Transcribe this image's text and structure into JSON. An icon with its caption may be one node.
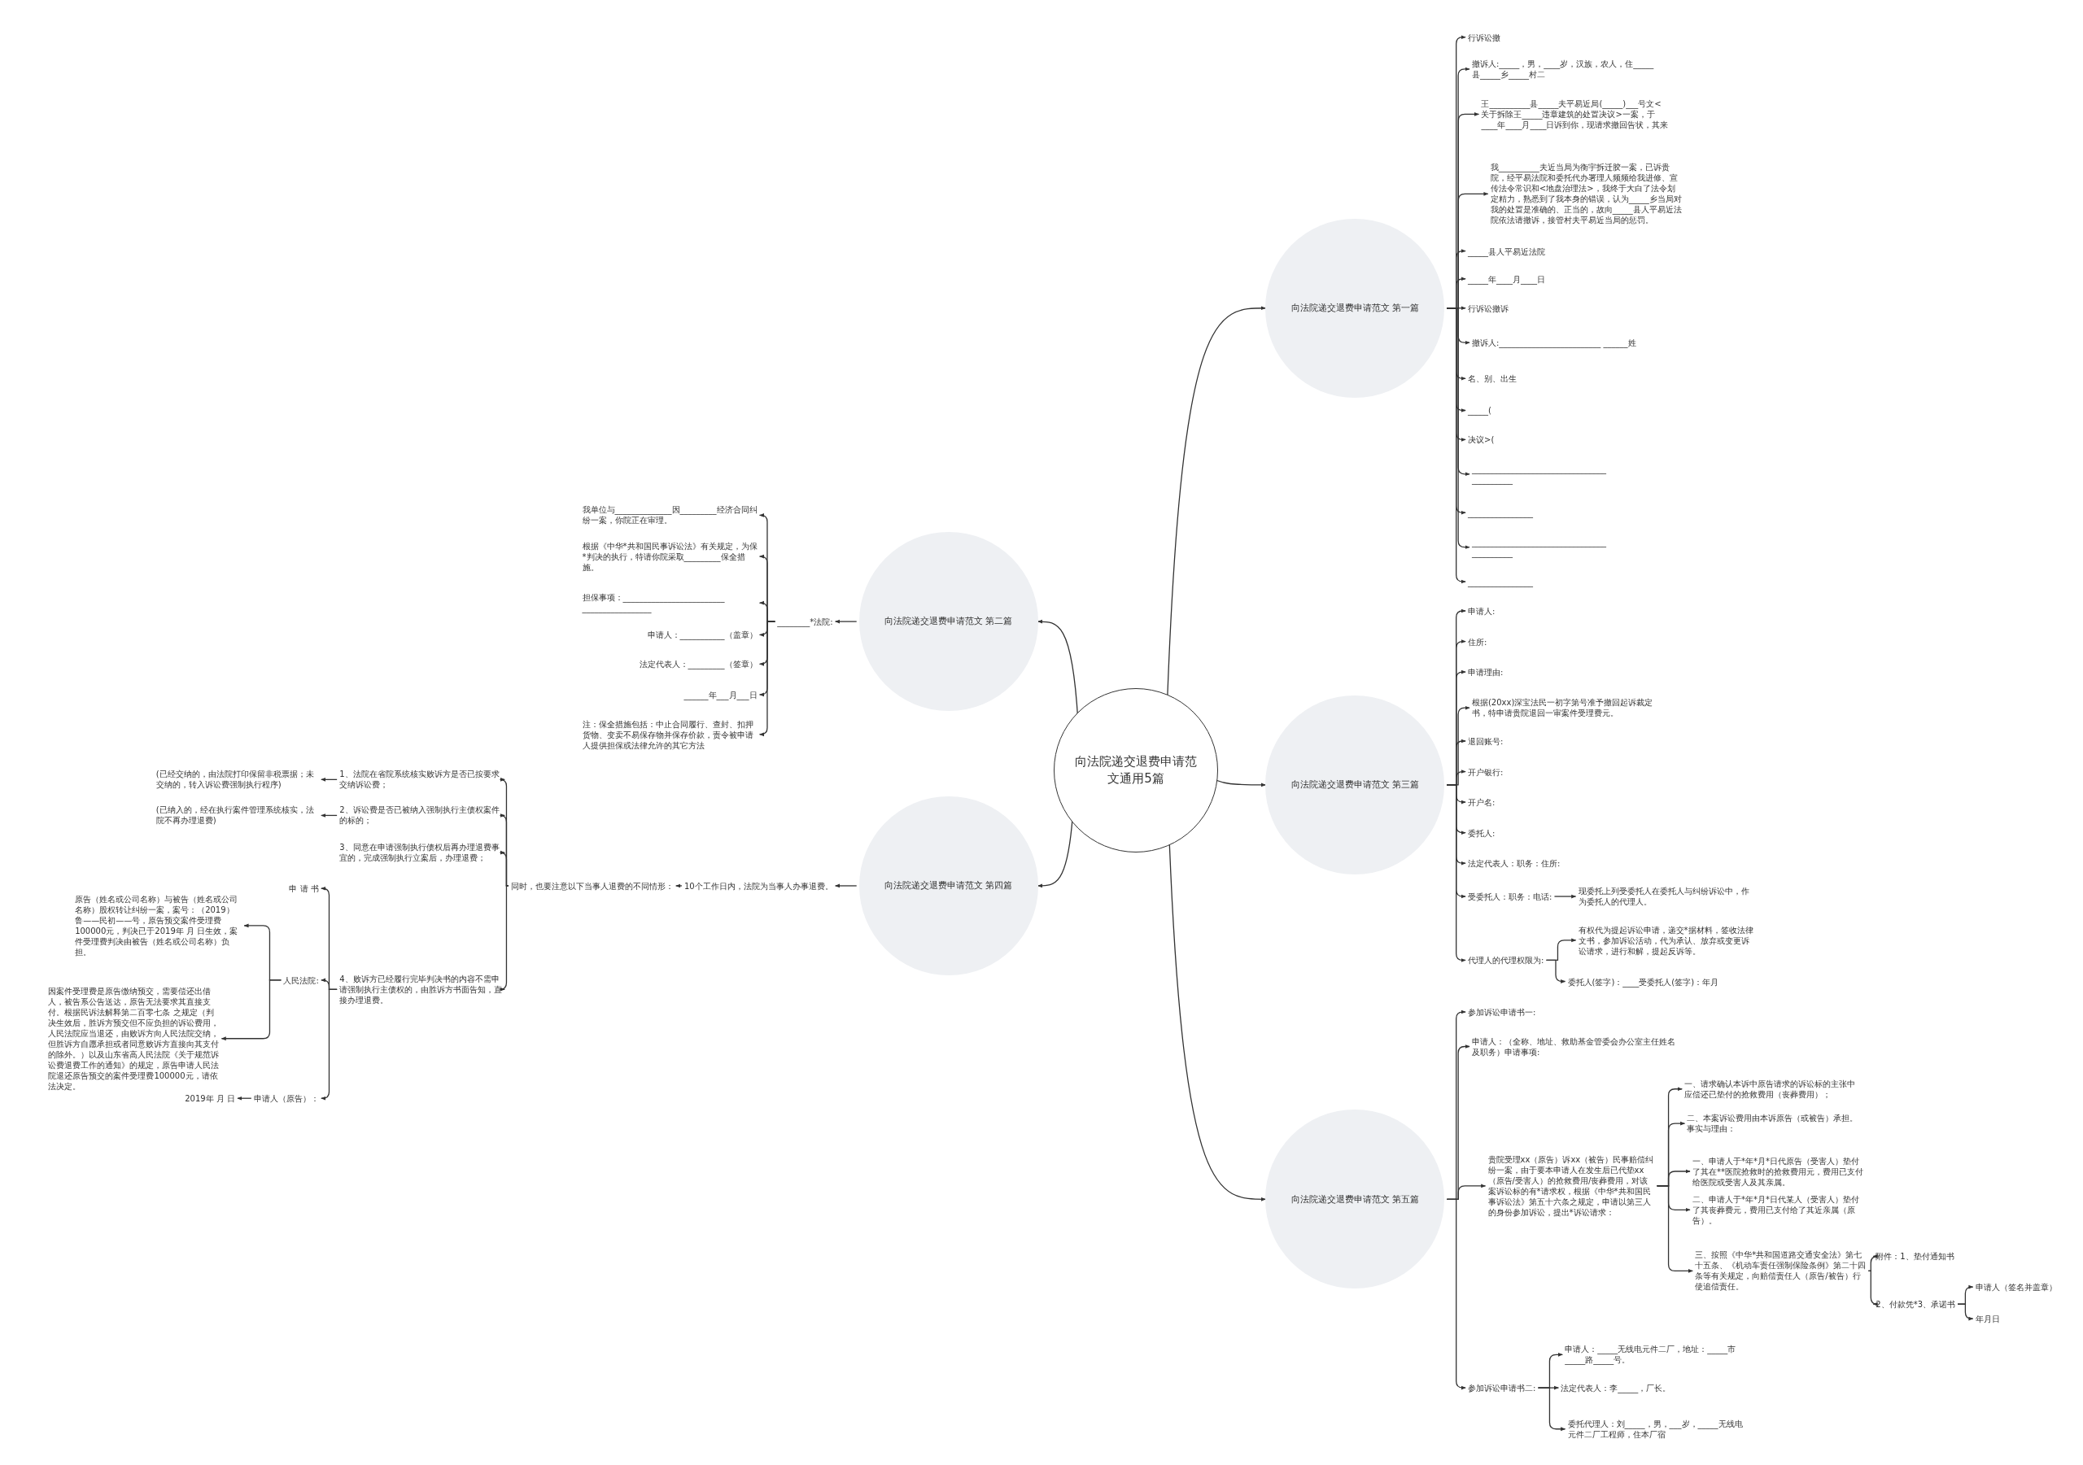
{
  "diagram": {
    "nodes": [
      {
        "text": [
          "向法院递交退费申请范文通用5篇"
        ]
      },
      {
        "text": [
          "向法院递交退费申请范文 第一篇"
        ]
      },
      {
        "text": [
          "行诉讼撤"
        ]
      },
      {
        "text": [
          "撤诉人:_____，男，____岁，汉族，农人，住_____县_____乡_____村二"
        ]
      },
      {
        "text": [
          "王__________县_____夫平易近局(_____)___号文<关于拆除王_____违章建筑的处置决议>一案，于____年____月____日诉到你，现请求撤回告状，其来"
        ]
      },
      {
        "text": [
          "我__________夫近当局为衡宇拆迁胶一案，已诉贵院，经平易法院和委托代办署理人频频给我进修、宣传法令常识和<地盘治理法>，我终于大白了法令划定精力，熟悉到了我本身的错误，认为_____乡当局对我的处置是准确的、正当的，故向_____县人平易近法院依法请撤诉，接管村夫平易近当局的惩罚。"
        ]
      },
      {
        "text": [
          "_____县人平易近法院"
        ]
      },
      {
        "text": [
          "_____年____月____日"
        ]
      },
      {
        "text": [
          "行诉讼撤诉"
        ]
      },
      {
        "text": [
          "撤诉人:_________________________ ______姓"
        ]
      },
      {
        "text": [
          "名、别、出生"
        ]
      },
      {
        "text": [
          "_____("
        ]
      },
      {
        "text": [
          "决议>("
        ]
      },
      {
        "text": [
          "_________________________________ __________"
        ]
      },
      {
        "text": [
          "________________"
        ]
      },
      {
        "text": [
          "_________________________________ __________"
        ]
      },
      {
        "text": [
          "________________"
        ]
      },
      {
        "text": [
          "向法院递交退费申请范文 第二篇"
        ]
      },
      {
        "text": [
          "________*法院:"
        ]
      },
      {
        "text": [
          "我单位与______________因_________经济合同纠纷一案，你院正在审理。"
        ]
      },
      {
        "text": [
          "根据《中华*共和国民事诉讼法》有关规定，为保*判决的执行，特请你院采取_________保全措施。"
        ]
      },
      {
        "text": [
          "担保事项：_________________________ _________________"
        ]
      },
      {
        "text": [
          "申请人：___________（盖章）"
        ]
      },
      {
        "text": [
          "法定代表人：_________（签章）"
        ]
      },
      {
        "text": [
          "______年___月___日"
        ]
      },
      {
        "text": [
          "注：保全措施包括：中止合同履行、查封、扣押货物、变卖不易保存物并保存价款，责令被申请人提供担保或法律允许的其它方法"
        ]
      },
      {
        "text": [
          "向法院递交退费申请范文 第三篇"
        ]
      },
      {
        "text": [
          "申请人:"
        ]
      },
      {
        "text": [
          "住所:"
        ]
      },
      {
        "text": [
          "申请理由:"
        ]
      },
      {
        "text": [
          "根据(20xx)深宝法民一初字第号准予撤回起诉裁定书，特申请贵院退回一审案件受理费元。"
        ]
      },
      {
        "text": [
          "退回账号:"
        ]
      },
      {
        "text": [
          "开户银行:"
        ]
      },
      {
        "text": [
          "开户名:"
        ]
      },
      {
        "text": [
          "委托人:"
        ]
      },
      {
        "text": [
          "法定代表人：职务：住所:"
        ]
      },
      {
        "text": [
          "受委托人：职务：电话:"
        ]
      },
      {
        "text": [
          "现委托上列受委托人在委托人与纠纷诉讼中，作为委托人的代理人。"
        ]
      },
      {
        "text": [
          "代理人的代理权限为:"
        ]
      },
      {
        "text": [
          "有权代为提起诉讼申请，递交*据材料，签收法律文书，参加诉讼活动，代为承认、放弃或变更诉讼请求，进行和解，提起反诉等。"
        ]
      },
      {
        "text": [
          "委托人(签字)：____受委托人(签字)：年月"
        ]
      },
      {
        "text": [
          "向法院递交退费申请范文 第四篇"
        ]
      },
      {
        "text": [
          "10个工作日内，法院为当事人办事退费。"
        ]
      },
      {
        "text": [
          "同时，也要注意以下当事人退费的不同情形："
        ]
      },
      {
        "text": [
          "1、法院在省院系统核实败诉方是否已按要求交纳诉讼费；"
        ]
      },
      {
        "text": [
          "(已经交纳的，由法院打印保留非税票据；未交纳的，转入诉讼费强制执行程序)"
        ]
      },
      {
        "text": [
          "2、诉讼费是否已被纳入强制执行主债权案件的标的；"
        ]
      },
      {
        "text": [
          "(已纳入的，经在执行案件管理系统核实，法院不再办理退费)"
        ]
      },
      {
        "text": [
          "3、同意在申请强制执行债权后再办理退费事宜的，完成强制执行立案后，办理退费；"
        ]
      },
      {
        "text": [
          "4、败诉方已经履行完毕判决书的内容不需申请强制执行主债权的，由胜诉方书面告知，直接办理退费。"
        ]
      },
      {
        "text": [
          "申 请 书"
        ]
      },
      {
        "text": [
          "人民法院:"
        ]
      },
      {
        "text": [
          "原告（姓名或公司名称）与被告（姓名或公司名称）股权转让纠纷一案，案号：（2019）鲁——民初——号，原告预交案件受理费100000元，判决已于2019年 月 日生效，案件受理费判决由被告（姓名或公司名称）负担。"
        ]
      },
      {
        "text": [
          "因案件受理费是原告缴纳预交，需要偿还出借人，被告系公告送达，原告无法要求其直接支付。根据民诉法解释第二百零七条 之规定（判决生效后，胜诉方预交但不应负担的诉讼费用，人民法院应当退还，由败诉方向人民法院交纳，但胜诉方自愿承担或者同意败诉方直接向其支付的除外。）以及山东省高人民法院《关于规范诉讼费退费工作的通知》的规定，原告申请人民法院退还原告预交的案件受理费100000元，请依法决定。"
        ]
      },
      {
        "text": [
          "申请人（原告）："
        ]
      },
      {
        "text": [
          "2019年 月 日"
        ]
      },
      {
        "text": [
          "向法院递交退费申请范文 第五篇"
        ]
      },
      {
        "text": [
          "参加诉讼申请书一:"
        ]
      },
      {
        "text": [
          "申请人：（全称、地址、救助基金管委会办公室主任姓名及职务）申请事项:"
        ]
      },
      {
        "text": [
          "贵院受理xx（原告）诉xx（被告）民事赔偿纠纷一案，由于要本申请人在发生后已代垫xx（原告/受害人）的抢救费用/丧葬费用，对该案诉讼标的有*请求权，根据《中华*共和国民事诉讼法》第五十六条之规定，申请以第三人的身份参加诉讼，提出*诉讼请求："
        ]
      },
      {
        "text": [
          "一、请求确认本诉中原告请求的诉讼标的主张中应偿还已垫付的抢救费用（丧葬费用）；"
        ]
      },
      {
        "text": [
          "二、本案诉讼费用由本诉原告（或被告）承担。事实与理由："
        ]
      },
      {
        "text": [
          "一、申请人于*年*月*日代原告（受害人）垫付了其在**医院抢救时的抢救费用元，费用已支付给医院或受害人及其亲属。"
        ]
      },
      {
        "text": [
          "二、申请人于*年*月*日代某人（受害人）垫付了其丧葬费元，费用已支付给了其近亲属（原告）。"
        ]
      },
      {
        "text": [
          "三、按照《中华*共和国道路交通安全法》第七十五条、《机动车责任强制保险条例》第二十四条等有关规定，向赔偿责任人（原告/被告）行使追偿责任。"
        ]
      },
      {
        "text": [
          "附件：1、垫付通知书"
        ]
      },
      {
        "text": [
          "2、付款凭*3、承诺书"
        ]
      },
      {
        "text": [
          "申请人（签名并盖章）"
        ]
      },
      {
        "text": [
          "年月日"
        ]
      },
      {
        "text": [
          "参加诉讼申请书二:"
        ]
      },
      {
        "text": [
          "申请人：_____无线电元件二厂，地址：_____市_____路_____号。"
        ]
      },
      {
        "text": [
          "法定代表人：李_____，厂长。"
        ]
      },
      {
        "text": [
          "委托代理人：刘_____，男，___岁，_____无线电元件二厂工程师，住本厂宿"
        ]
      }
    ],
    "edges": [
      {
        "from": 0,
        "to": 1,
        "arrow": "to"
      },
      {
        "from": 1,
        "to": 2,
        "arrow": "to"
      },
      {
        "from": 1,
        "to": 3,
        "arrow": "to"
      },
      {
        "from": 1,
        "to": 4,
        "arrow": "to"
      },
      {
        "from": 1,
        "to": 5,
        "arrow": "to"
      },
      {
        "from": 1,
        "to": 6,
        "arrow": "to"
      },
      {
        "from": 1,
        "to": 7,
        "arrow": "to"
      },
      {
        "from": 1,
        "to": 8,
        "arrow": "to"
      },
      {
        "from": 1,
        "to": 9,
        "arrow": "to"
      },
      {
        "from": 1,
        "to": 10,
        "arrow": "to"
      },
      {
        "from": 1,
        "to": 11,
        "arrow": "to"
      },
      {
        "from": 1,
        "to": 12,
        "arrow": "to"
      },
      {
        "from": 1,
        "to": 13,
        "arrow": "to"
      },
      {
        "from": 1,
        "to": 14,
        "arrow": "to"
      },
      {
        "from": 1,
        "to": 15,
        "arrow": "to"
      },
      {
        "from": 1,
        "to": 16,
        "arrow": "to"
      },
      {
        "from": 0,
        "to": 17,
        "arrow": "to"
      },
      {
        "from": 17,
        "to": 18,
        "arrow": "to"
      },
      {
        "from": 18,
        "to": 19,
        "arrow": "to"
      },
      {
        "from": 18,
        "to": 20,
        "arrow": "to"
      },
      {
        "from": 18,
        "to": 21,
        "arrow": "to"
      },
      {
        "from": 18,
        "to": 22,
        "arrow": "to"
      },
      {
        "from": 18,
        "to": 23,
        "arrow": "to"
      },
      {
        "from": 18,
        "to": 24,
        "arrow": "to"
      },
      {
        "from": 18,
        "to": 25,
        "arrow": "to"
      },
      {
        "from": 0,
        "to": 26,
        "arrow": "to"
      },
      {
        "from": 26,
        "to": 27,
        "arrow": "to"
      },
      {
        "from": 26,
        "to": 28,
        "arrow": "to"
      },
      {
        "from": 26,
        "to": 29,
        "arrow": "to"
      },
      {
        "from": 26,
        "to": 30,
        "arrow": "to"
      },
      {
        "from": 26,
        "to": 31,
        "arrow": "to"
      },
      {
        "from": 26,
        "to": 32,
        "arrow": "to"
      },
      {
        "from": 26,
        "to": 33,
        "arrow": "to"
      },
      {
        "from": 26,
        "to": 34,
        "arrow": "to"
      },
      {
        "from": 26,
        "to": 35,
        "arrow": "to"
      },
      {
        "from": 26,
        "to": 36,
        "arrow": "to"
      },
      {
        "from": 36,
        "to": 37,
        "arrow": "to"
      },
      {
        "from": 26,
        "to": 38,
        "arrow": "to"
      },
      {
        "from": 38,
        "to": 39,
        "arrow": "to"
      },
      {
        "from": 38,
        "to": 40,
        "arrow": "to"
      },
      {
        "from": 0,
        "to": 41,
        "arrow": "to"
      },
      {
        "from": 41,
        "to": 42,
        "arrow": "to"
      },
      {
        "from": 42,
        "to": 43,
        "arrow": "to"
      },
      {
        "from": 43,
        "to": 44,
        "arrow": "to"
      },
      {
        "from": 44,
        "to": 45,
        "arrow": "to"
      },
      {
        "from": 43,
        "to": 46,
        "arrow": "to"
      },
      {
        "from": 46,
        "to": 47,
        "arrow": "to"
      },
      {
        "from": 43,
        "to": 48,
        "arrow": "to"
      },
      {
        "from": 43,
        "to": 49,
        "arrow": "to"
      },
      {
        "from": 49,
        "to": 50,
        "arrow": "to"
      },
      {
        "from": 49,
        "to": 51,
        "arrow": "to"
      },
      {
        "from": 51,
        "to": 52,
        "arrow": "to"
      },
      {
        "from": 51,
        "to": 53,
        "arrow": "to"
      },
      {
        "from": 49,
        "to": 54,
        "arrow": "to"
      },
      {
        "from": 54,
        "to": 55,
        "arrow": "to"
      },
      {
        "from": 0,
        "to": 56,
        "arrow": "to"
      },
      {
        "from": 56,
        "to": 57,
        "arrow": "to"
      },
      {
        "from": 56,
        "to": 58,
        "arrow": "to"
      },
      {
        "from": 56,
        "to": 59,
        "arrow": "to"
      },
      {
        "from": 59,
        "to": 60,
        "arrow": "to"
      },
      {
        "from": 59,
        "to": 61,
        "arrow": "to"
      },
      {
        "from": 59,
        "to": 62,
        "arrow": "to"
      },
      {
        "from": 59,
        "to": 63,
        "arrow": "to"
      },
      {
        "from": 59,
        "to": 64,
        "arrow": "to"
      },
      {
        "from": 64,
        "to": 65,
        "arrow": "to"
      },
      {
        "from": 64,
        "to": 66,
        "arrow": "to"
      },
      {
        "from": 66,
        "to": 67,
        "arrow": "to"
      },
      {
        "from": 66,
        "to": 68,
        "arrow": "to"
      },
      {
        "from": 56,
        "to": 69,
        "arrow": "to"
      },
      {
        "from": 69,
        "to": 70,
        "arrow": "to"
      },
      {
        "from": 69,
        "to": 71,
        "arrow": "to"
      },
      {
        "from": 69,
        "to": 72,
        "arrow": "to"
      }
    ]
  }
}
